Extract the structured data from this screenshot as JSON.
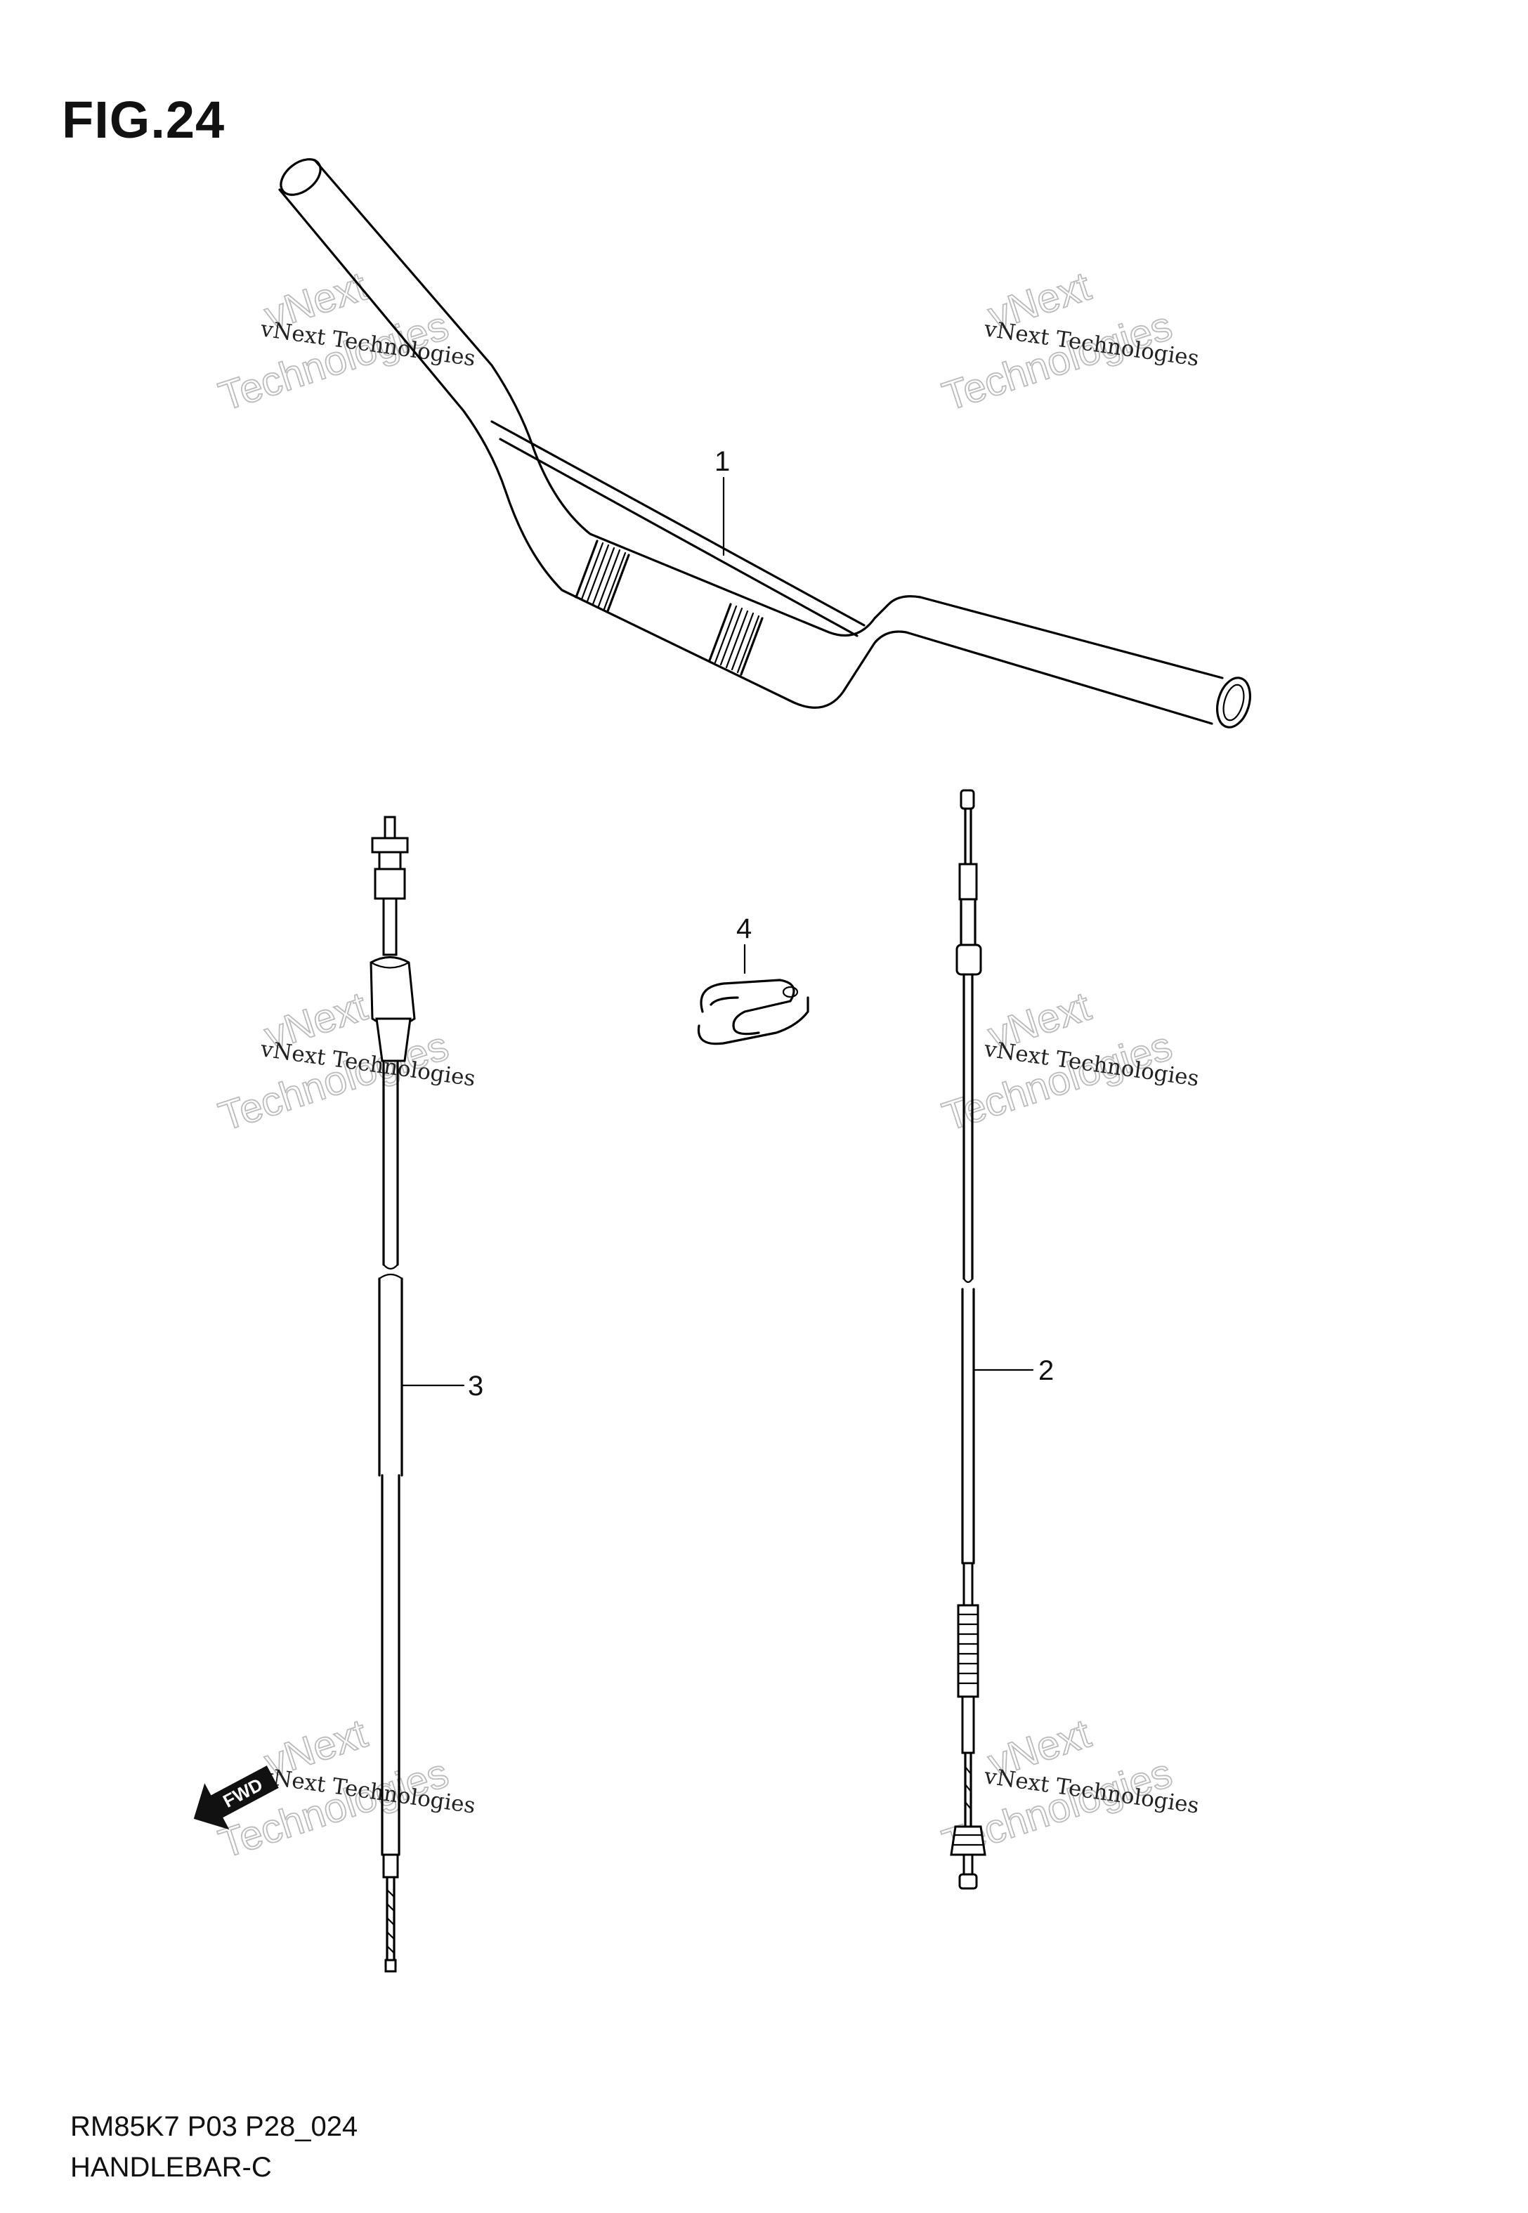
{
  "figure": {
    "title": "FIG.24",
    "model_code": "RM85K7 P03 P28_024",
    "section_name": "HANDLEBAR-C"
  },
  "callouts": [
    {
      "id": "1",
      "label": "1",
      "part": "handlebar"
    },
    {
      "id": "2",
      "label": "2",
      "part": "clutch-cable"
    },
    {
      "id": "3",
      "label": "3",
      "part": "throttle-cable"
    },
    {
      "id": "4",
      "label": "4",
      "part": "cable-clamp"
    }
  ],
  "watermark": {
    "small_text": "vNext Technologies",
    "big_line1": "vNext",
    "big_line2": "Technologies"
  },
  "direction_marker": {
    "label": "FWD"
  }
}
